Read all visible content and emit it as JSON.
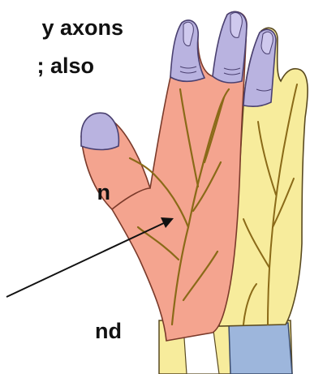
{
  "text_fragments": [
    "y axons",
    "; also",
    "n",
    "nd"
  ],
  "colors": {
    "radial_zone": "#f4a48f",
    "radial_zone_outline": "#7a3a2a",
    "median_zone": "#b9b3e0",
    "ulnar_zone": "#f7ec9c",
    "dorsal_zone": "#9db6dc",
    "nerve": "#8a6a18",
    "arrow": "#111111"
  }
}
